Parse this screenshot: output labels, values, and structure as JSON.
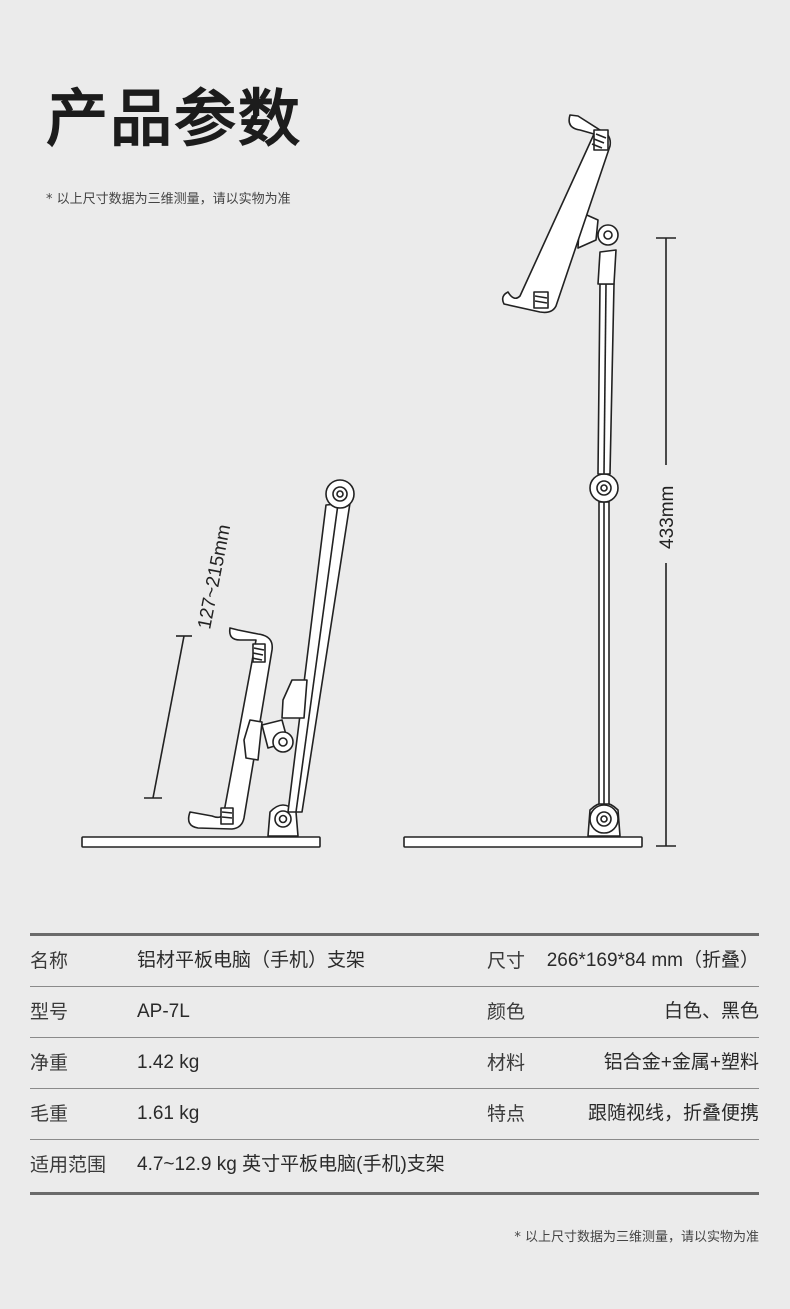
{
  "header": {
    "title": "产品参数",
    "note": "* 以上尺寸数据为三维测量，请以实物为准"
  },
  "diagram": {
    "left_dimension": "127~215mm",
    "right_dimension": "433mm"
  },
  "specs": {
    "rows": [
      {
        "label": "名称",
        "value": "铝材平板电脑（手机）支架",
        "label2": "尺寸",
        "value2": "266*169*84 mm（折叠）"
      },
      {
        "label": "型号",
        "value": "AP-7L",
        "label2": "颜色",
        "value2": "白色、黑色"
      },
      {
        "label": "净重",
        "value": "1.42 kg",
        "label2": "材料",
        "value2": "铝合金+金属+塑料"
      },
      {
        "label": "毛重",
        "value": "1.61 kg",
        "label2": "特点",
        "value2": "跟随视线，折叠便携"
      },
      {
        "label": "适用范围",
        "value": "4.7~12.9 kg 英寸平板电脑(手机)支架"
      }
    ]
  },
  "footer": {
    "note": "* 以上尺寸数据为三维测量，请以实物为准"
  }
}
